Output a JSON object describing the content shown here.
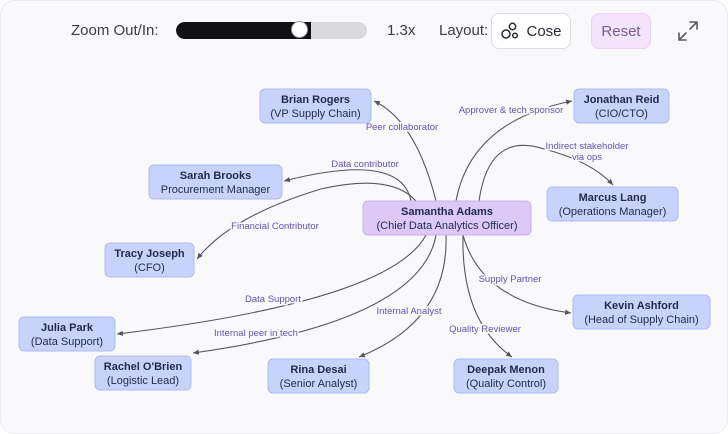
{
  "toolbar": {
    "zoom_label": "Zoom Out/In:",
    "zoom_value_text": "1.3x",
    "zoom_fraction": 0.66,
    "layout_label": "Layout:",
    "layout_value": "Cose",
    "reset_label": "Reset",
    "fullscreen_icon": "expand-icon"
  },
  "colors": {
    "node_fill": "#c7d3fb",
    "node_stroke": "#aebcf2",
    "center_fill": "#dcc9f5",
    "center_stroke": "#c9b1ee",
    "edge": "#55555f",
    "edge_label": "#6650b4",
    "node_text": "#1f2a4d"
  },
  "center": {
    "name": "Samantha Adams",
    "role": "(Chief Data Analytics Officer)"
  },
  "stakeholders": [
    {
      "id": "brian",
      "name": "Brian Rogers",
      "role": "(VP Supply Chain)",
      "relation": "Peer collaborator"
    },
    {
      "id": "jonathan",
      "name": "Jonathan Reid",
      "role": "(CIO/CTO)",
      "relation": "Approver & tech sponsor"
    },
    {
      "id": "sarah",
      "name": "Sarah Brooks",
      "role": "Procurement Manager",
      "relation": "Data contributor"
    },
    {
      "id": "marcus",
      "name": "Marcus Lang",
      "role": "(Operations Manager)",
      "relation": "Indirect stakeholder via ops"
    },
    {
      "id": "tracy",
      "name": "Tracy Joseph",
      "role": "(CFO)",
      "relation": "Financial Contributor"
    },
    {
      "id": "kevin",
      "name": "Kevin Ashford",
      "role": "(Head of Supply Chain)",
      "relation": "Supply Partner"
    },
    {
      "id": "julia",
      "name": "Julia Park",
      "role": "(Data Support)",
      "relation": "Data Support"
    },
    {
      "id": "rachel",
      "name": "Rachel O'Brien",
      "role": "(Logistic Lead)",
      "relation": "Internal peer in tech"
    },
    {
      "id": "rina",
      "name": "Rina Desai",
      "role": "(Senior Analyst)",
      "relation": "Internal Analyst"
    },
    {
      "id": "deepak",
      "name": "Deepak Menon",
      "role": "(Quality Control)",
      "relation": "Quality Reviewer"
    }
  ]
}
